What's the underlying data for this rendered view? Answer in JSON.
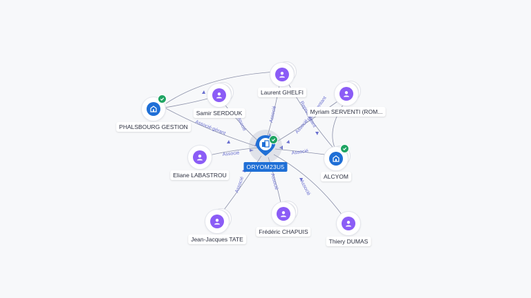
{
  "graph": {
    "center": {
      "name": "ORYOM23U5",
      "type": "company",
      "icon": "building-icon",
      "verified": true
    },
    "nodes": [
      {
        "id": "phalsbourg",
        "name": "PHALSBOURG GESTION",
        "type": "company",
        "verified": true,
        "stacked": false
      },
      {
        "id": "serdouk",
        "name": "Samir SERDOUK",
        "type": "person",
        "verified": false,
        "stacked": true
      },
      {
        "id": "ghelfi",
        "name": "Laurent GHELFI",
        "type": "person",
        "verified": false,
        "stacked": true
      },
      {
        "id": "serventi",
        "name": "Myriam SERVENTI (ROM...",
        "type": "person",
        "verified": false,
        "stacked": true
      },
      {
        "id": "labastrou",
        "name": "Eliane LABASTROU",
        "type": "person",
        "verified": false,
        "stacked": false
      },
      {
        "id": "alcyom",
        "name": "ALCYOM",
        "type": "company",
        "verified": true,
        "stacked": true
      },
      {
        "id": "tate",
        "name": "Jean-Jacques TATE",
        "type": "person",
        "verified": false,
        "stacked": true
      },
      {
        "id": "chapuis",
        "name": "Frédéric CHAPUIS",
        "type": "person",
        "verified": false,
        "stacked": true
      },
      {
        "id": "dumas",
        "name": "Thiery DUMAS",
        "type": "person",
        "verified": false,
        "stacked": false
      }
    ],
    "edge_labels": {
      "associe": "Associé",
      "associe_gerant": "Associé-gérant",
      "representant": "Représentant"
    }
  },
  "colors": {
    "person": "#8b5cf6",
    "company": "#1f6fd6",
    "verified": "#1fa463",
    "edge": "#8a8fa8",
    "edge_label": "#6a6fd0"
  }
}
